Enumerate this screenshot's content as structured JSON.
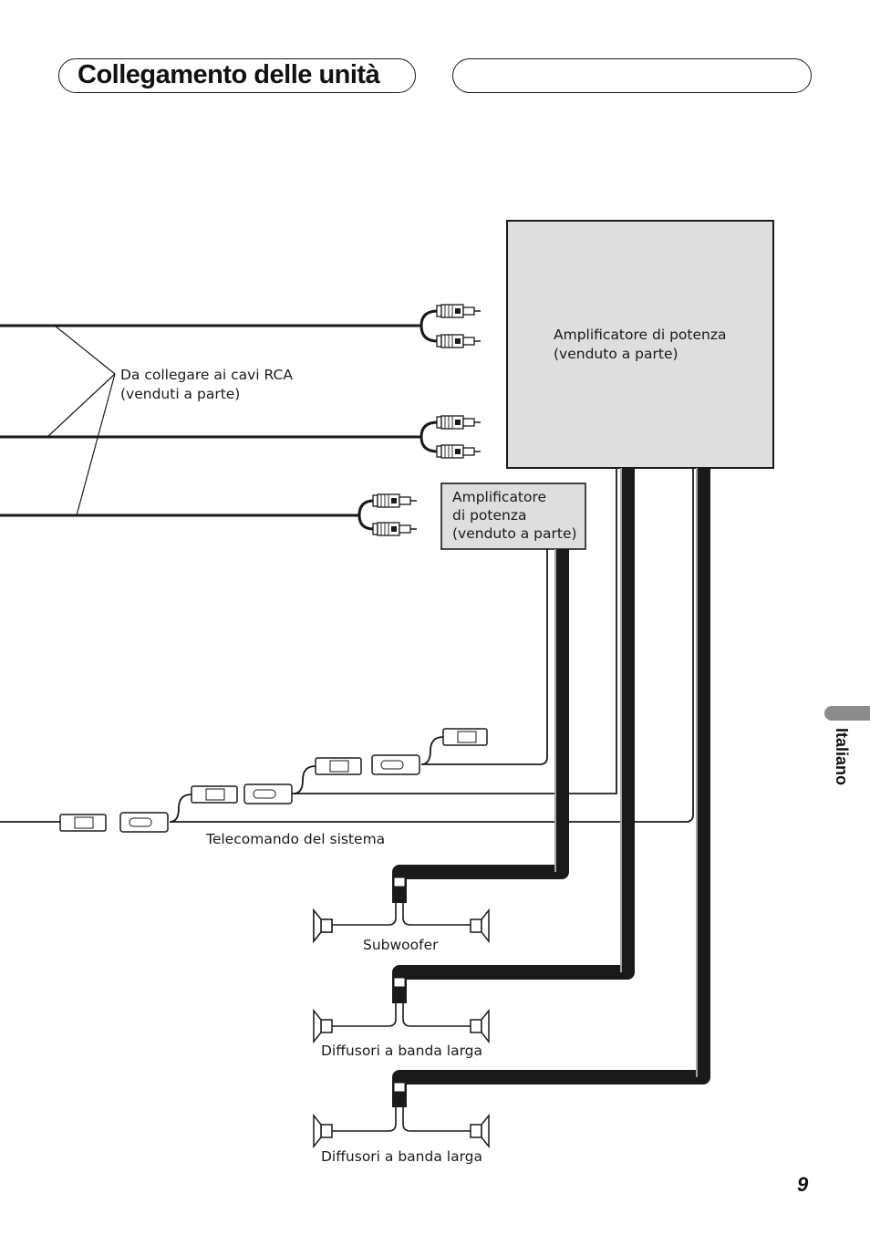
{
  "header": {
    "title": "Collegamento delle unità"
  },
  "sidebar": {
    "language": "Italiano"
  },
  "page_number": "9",
  "diagram": {
    "amp_main": {
      "line1": "Amplificatore di potenza",
      "line2": "(venduto a parte)"
    },
    "amp_small": {
      "line1": "Amplificatore",
      "line2": "di potenza",
      "line3": "(venduto a parte)"
    },
    "rca_note": {
      "line1": "Da collegare ai cavi RCA",
      "line2": "(venduti a parte)"
    },
    "remote_label": "Telecomando del sistema",
    "speakers": [
      {
        "label": "Subwoofer"
      },
      {
        "label": "Diffusori a banda larga"
      },
      {
        "label": "Diffusori a banda larga"
      }
    ],
    "colors": {
      "line": "#1a1a1a",
      "amp_fill": "#dedede"
    }
  }
}
